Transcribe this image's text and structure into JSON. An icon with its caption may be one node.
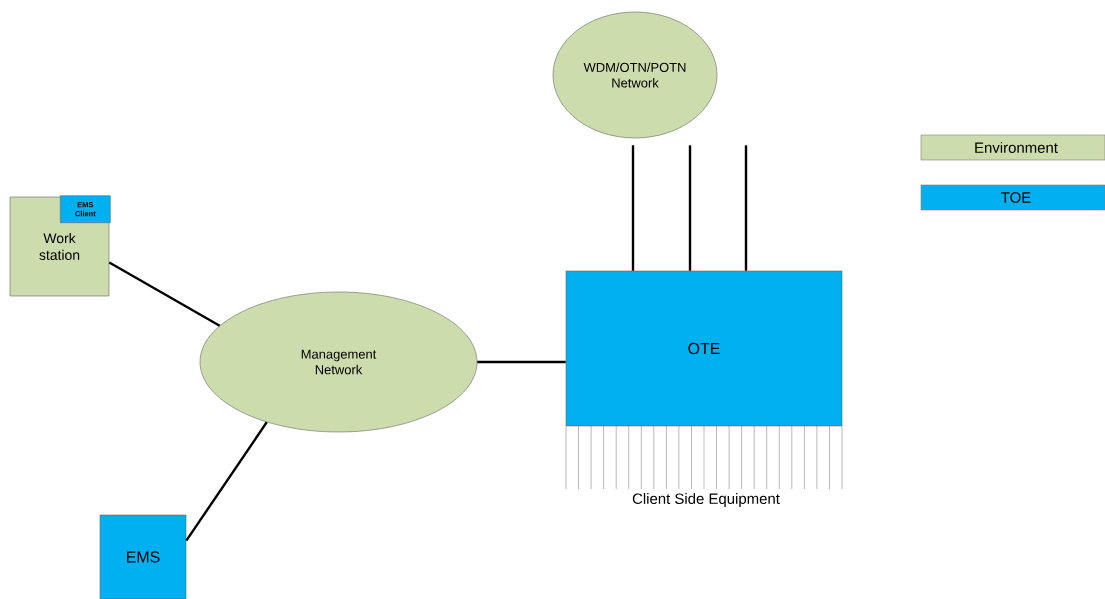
{
  "diagram": {
    "nodes": [
      {
        "text": [
          "WDM/OTN/POTN Network"
        ]
      },
      {
        "text": [
          "Work station"
        ]
      },
      {
        "text": [
          "EMS Client"
        ],
        "in": 1
      },
      {
        "text": [
          "Management Network"
        ]
      },
      {
        "text": [
          "OTE"
        ]
      },
      {
        "text": [
          "EMS"
        ]
      }
    ],
    "edges": [
      {
        "from": 1,
        "to": 3,
        "arrow": "none"
      },
      {
        "from": 3,
        "to": 4,
        "arrow": "none"
      },
      {
        "from": 3,
        "to": 5,
        "arrow": "none"
      },
      {
        "from": 0,
        "to": 4,
        "arrow": "none"
      },
      {
        "from": 0,
        "to": 4,
        "arrow": "none"
      },
      {
        "from": 0,
        "to": 4,
        "arrow": "none"
      }
    ],
    "labels": [
      "Client Side Equipment"
    ],
    "legend": [
      {
        "text": "Environment",
        "color": "#cddcac"
      },
      {
        "text": "TOE",
        "color": "#00b0f0"
      }
    ]
  }
}
